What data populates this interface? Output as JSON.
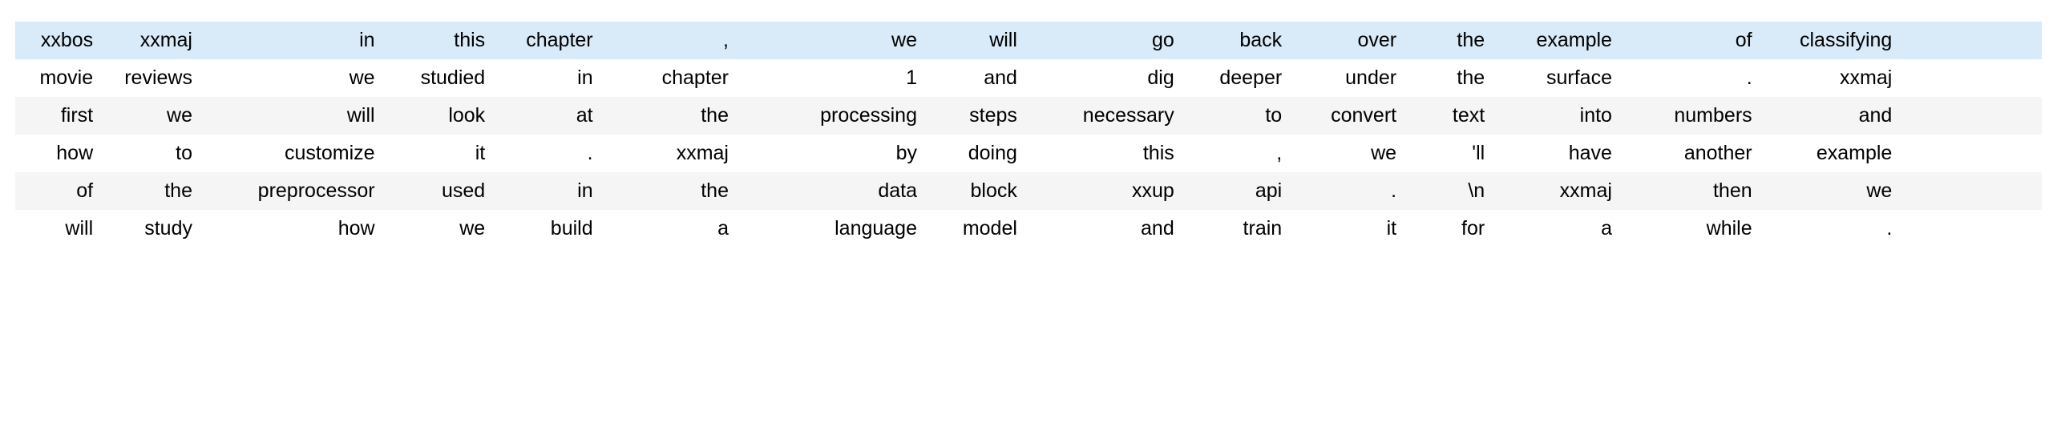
{
  "table": {
    "type": "dataframe-token-grid",
    "row_count": 6,
    "column_count": 16,
    "cell_alignment": "right",
    "colors": {
      "highlight_row_background": "#d9eaf8",
      "stripe_row_background": "#f5f5f5",
      "plain_row_background": "#ffffff",
      "text": "#000000",
      "page_background": "#ffffff"
    },
    "rows": [
      {
        "style": "highlight",
        "cells": [
          "xxbos",
          "xxmaj",
          "in",
          "this",
          "chapter",
          ",",
          "we",
          "will",
          "go",
          "back",
          "over",
          "the",
          "example",
          "of",
          "classifying",
          ""
        ]
      },
      {
        "style": "plain",
        "cells": [
          "movie",
          "reviews",
          "we",
          "studied",
          "in",
          "chapter",
          "1",
          "and",
          "dig",
          "deeper",
          "under",
          "the",
          "surface",
          ".",
          "xxmaj",
          ""
        ]
      },
      {
        "style": "stripe",
        "cells": [
          "first",
          "we",
          "will",
          "look",
          "at",
          "the",
          "processing",
          "steps",
          "necessary",
          "to",
          "convert",
          "text",
          "into",
          "numbers",
          "and",
          ""
        ]
      },
      {
        "style": "plain",
        "cells": [
          "how",
          "to",
          "customize",
          "it",
          ".",
          "xxmaj",
          "by",
          "doing",
          "this",
          ",",
          "we",
          "'ll",
          "have",
          "another",
          "example",
          ""
        ]
      },
      {
        "style": "stripe",
        "cells": [
          "of",
          "the",
          "preprocessor",
          "used",
          "in",
          "the",
          "data",
          "block",
          "xxup",
          "api",
          ".",
          "\\n",
          "xxmaj",
          "then",
          "we",
          ""
        ]
      },
      {
        "style": "plain",
        "cells": [
          "will",
          "study",
          "how",
          "we",
          "build",
          "a",
          "language",
          "model",
          "and",
          "train",
          "it",
          "for",
          "a",
          "while",
          ".",
          ""
        ]
      }
    ]
  }
}
